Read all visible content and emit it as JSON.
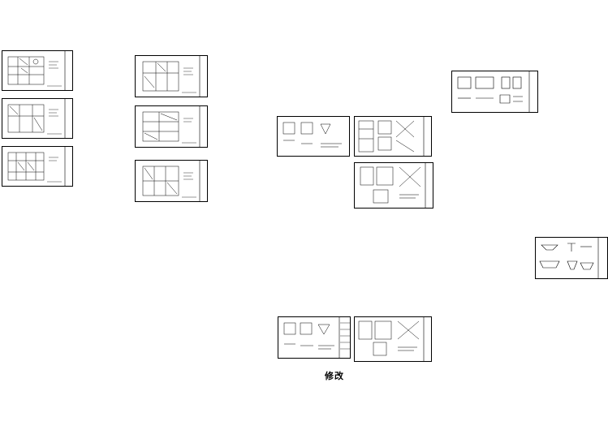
{
  "drawing": {
    "caption": "修改",
    "line_color": "#000000",
    "background": "#ffffff"
  },
  "sheets": [
    {
      "id": "plan-1",
      "kind": "plan"
    },
    {
      "id": "plan-2",
      "kind": "plan"
    },
    {
      "id": "plan-3",
      "kind": "plan"
    },
    {
      "id": "plan-4",
      "kind": "plan"
    },
    {
      "id": "plan-5",
      "kind": "plan"
    },
    {
      "id": "plan-6",
      "kind": "plan"
    },
    {
      "id": "detail-1",
      "kind": "detail"
    },
    {
      "id": "detail-2",
      "kind": "detail"
    },
    {
      "id": "detail-3",
      "kind": "detail"
    },
    {
      "id": "detail-4",
      "kind": "elevation"
    },
    {
      "id": "detail-5",
      "kind": "elevation"
    },
    {
      "id": "detail-6",
      "kind": "detail"
    },
    {
      "id": "detail-7",
      "kind": "detail"
    }
  ]
}
